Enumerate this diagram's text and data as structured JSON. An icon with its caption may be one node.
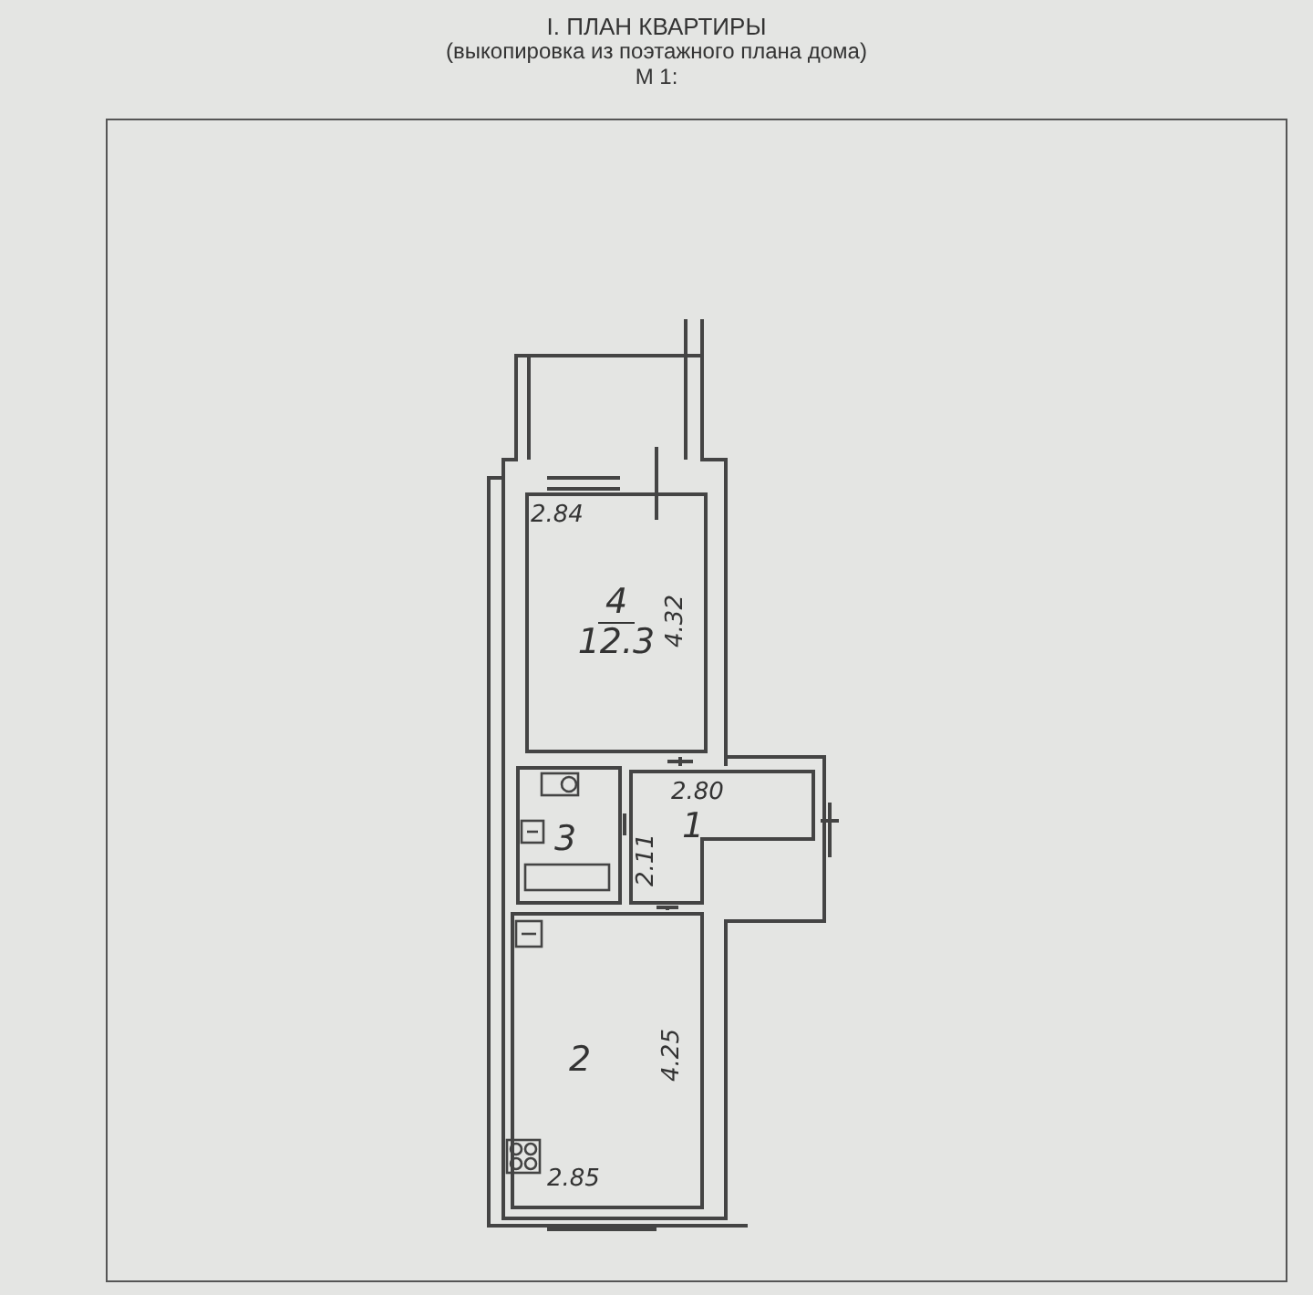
{
  "diagram": {
    "title": "I. ПЛАН КВАРТИРЫ",
    "nodes": [
      {
        "text": [
          "4",
          "12.3"
        ]
      },
      {
        "text": [
          "3"
        ]
      },
      {
        "text": [
          "1"
        ]
      },
      {
        "text": [
          "2"
        ]
      }
    ],
    "labels": [
      "(выкопировка из поэтажного плана дома)",
      "М 1:",
      "2.84",
      "4.32",
      "2.80",
      "2.11",
      "4.25",
      "2.85"
    ]
  }
}
